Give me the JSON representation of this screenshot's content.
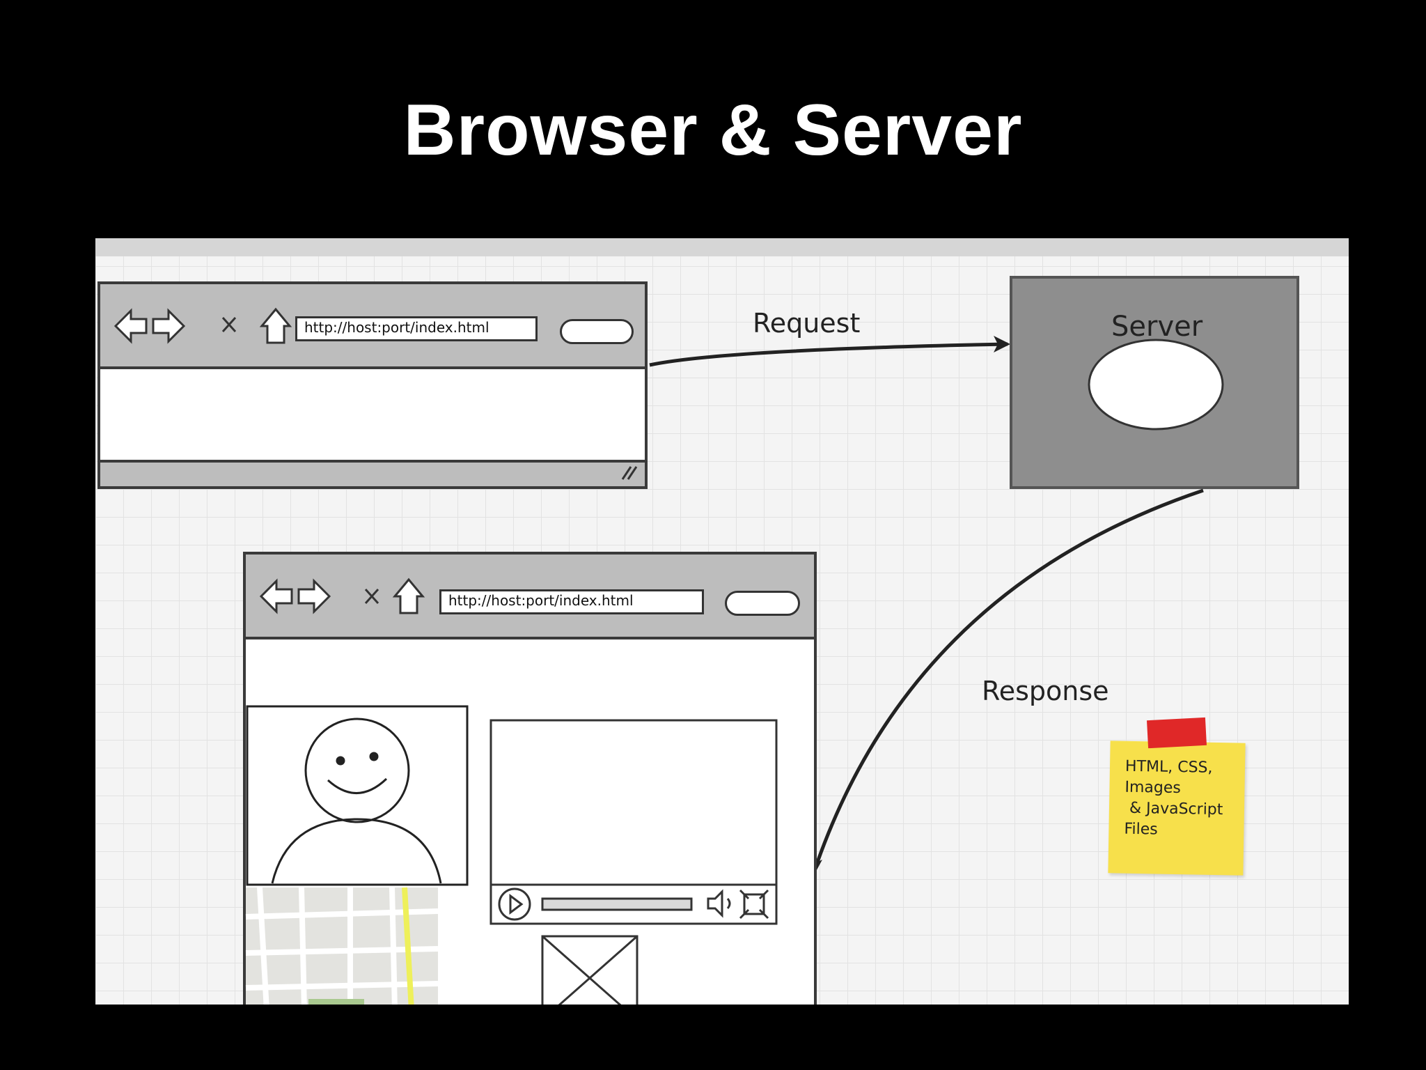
{
  "title": "Browser & Server",
  "browser_top": {
    "url": "http://host:port/index.html"
  },
  "browser_bottom": {
    "url": "http://host:port/index.html"
  },
  "request_label": "Request",
  "response_label": "Response",
  "server_label": "Server",
  "sticky_note": {
    "text": "HTML, CSS,\nImages\n & JavaScript\nFiles"
  },
  "colors": {
    "background": "#000000",
    "canvas": "#f4f4f4",
    "server": "#8e8e8e",
    "sticky": "#f7e04b",
    "tape": "#e02828"
  }
}
